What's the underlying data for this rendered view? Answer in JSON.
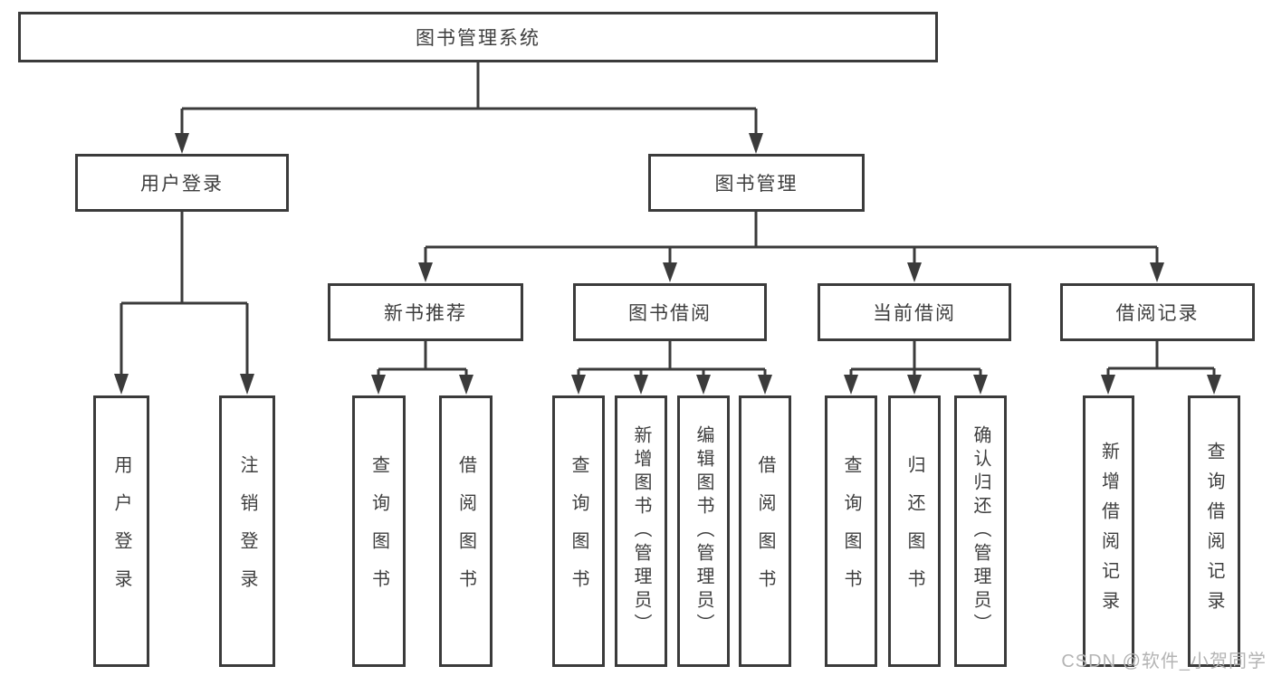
{
  "tree": {
    "label": "图书管理系统",
    "children": [
      {
        "label": "用户登录",
        "children": [
          {
            "label": "用户登录"
          },
          {
            "label": "注销登录"
          }
        ]
      },
      {
        "label": "图书管理",
        "children": [
          {
            "label": "新书推荐",
            "children": [
              {
                "label": "查询图书"
              },
              {
                "label": "借阅图书"
              }
            ]
          },
          {
            "label": "图书借阅",
            "children": [
              {
                "label": "查询图书"
              },
              {
                "label": "新增图书（管理员）"
              },
              {
                "label": "编辑图书（管理员）"
              },
              {
                "label": "借阅图书"
              }
            ]
          },
          {
            "label": "当前借阅",
            "children": [
              {
                "label": "查询图书"
              },
              {
                "label": "归还图书"
              },
              {
                "label": "确认归还（管理员）"
              }
            ]
          },
          {
            "label": "借阅记录",
            "children": [
              {
                "label": "新增借阅记录"
              },
              {
                "label": "查询借阅记录"
              }
            ]
          }
        ]
      }
    ]
  },
  "watermark": "CSDN @软件_小贺同学",
  "colors": {
    "line": "#3b3b3b",
    "text": "#3e3e3e",
    "watermark": "#b4b4b4",
    "background": "#ffffff"
  }
}
